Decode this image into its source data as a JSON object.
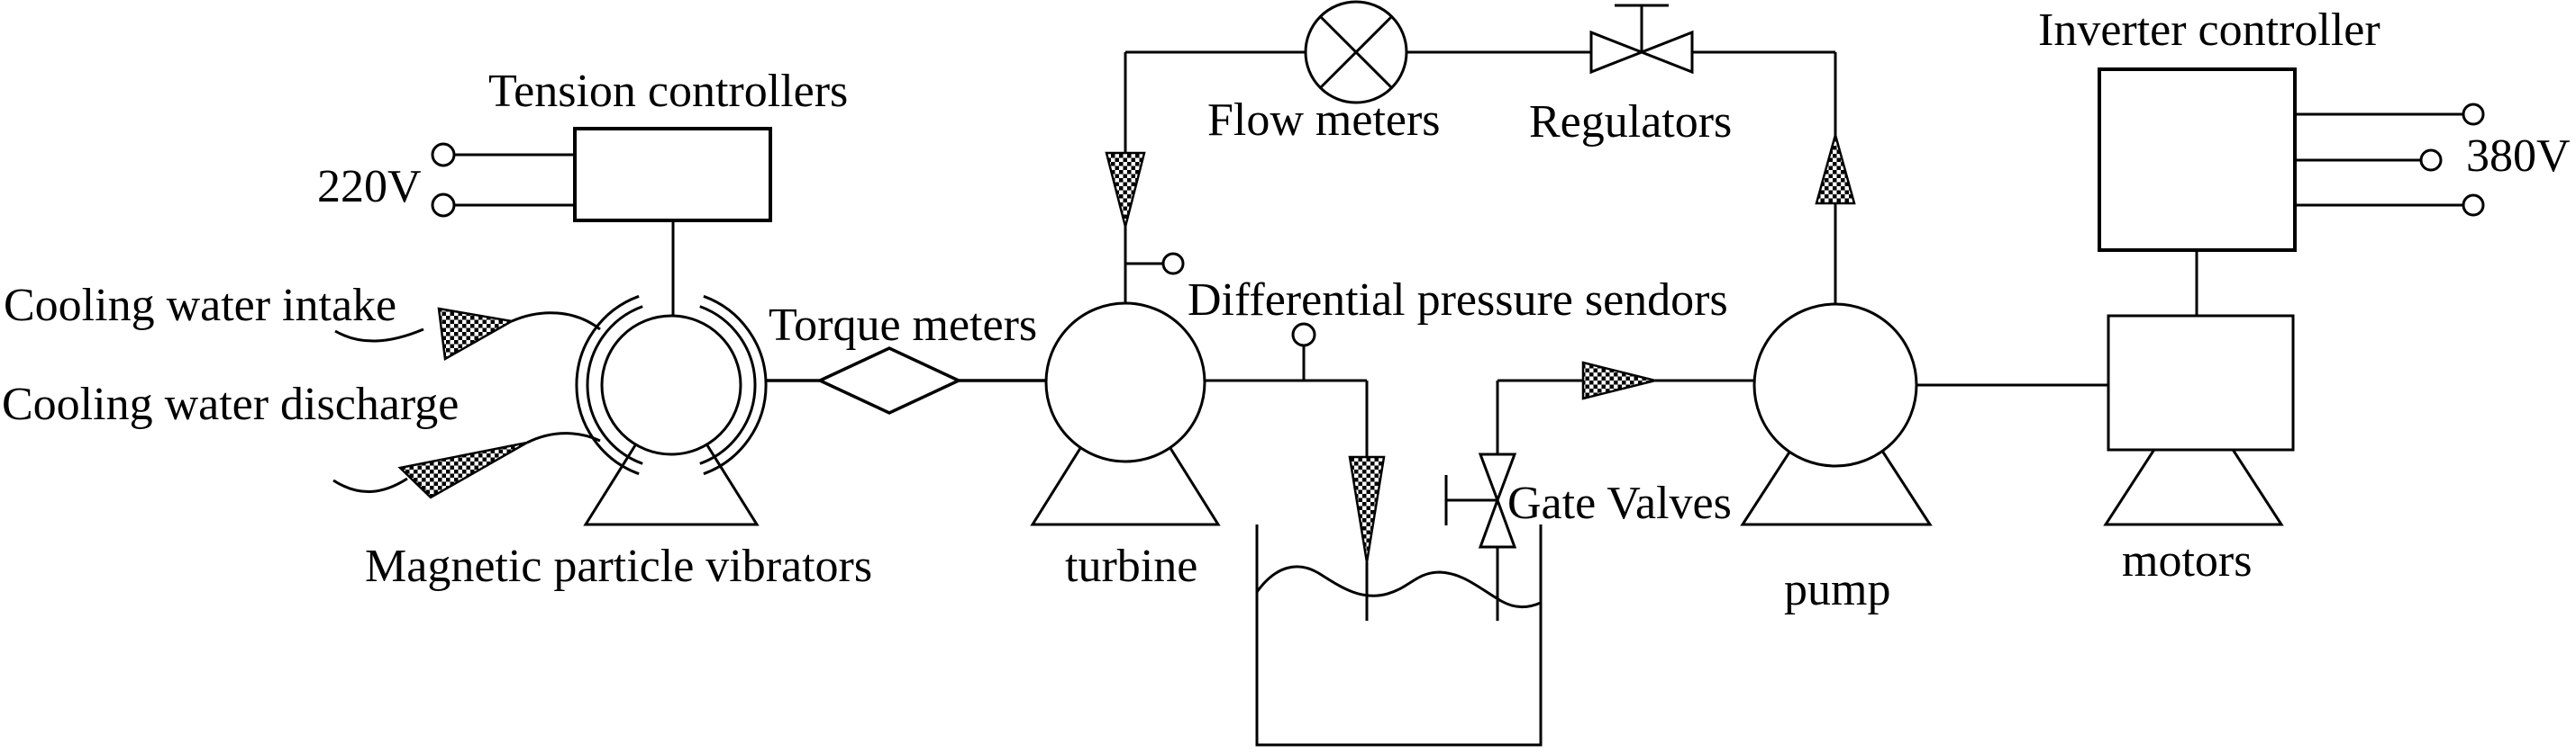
{
  "labels": {
    "tension_controllers": "Tension controllers",
    "supply_220v": "220V",
    "cooling_water_intake": "Cooling water intake",
    "cooling_water_discharge": "Cooling water discharge",
    "magnetic_particle_vibrators": "Magnetic particle vibrators",
    "torque_meters": "Torque meters",
    "turbine": "turbine",
    "flow_meters": "Flow meters",
    "regulators": "Regulators",
    "differential_pressure_sendors": "Differential pressure sendors",
    "gate_valves": "Gate Valves",
    "pump": "pump",
    "motors": "motors",
    "inverter_controller": "Inverter controller",
    "supply_380v": "380V"
  },
  "colors": {
    "line": "#000000",
    "background": "#ffffff"
  }
}
